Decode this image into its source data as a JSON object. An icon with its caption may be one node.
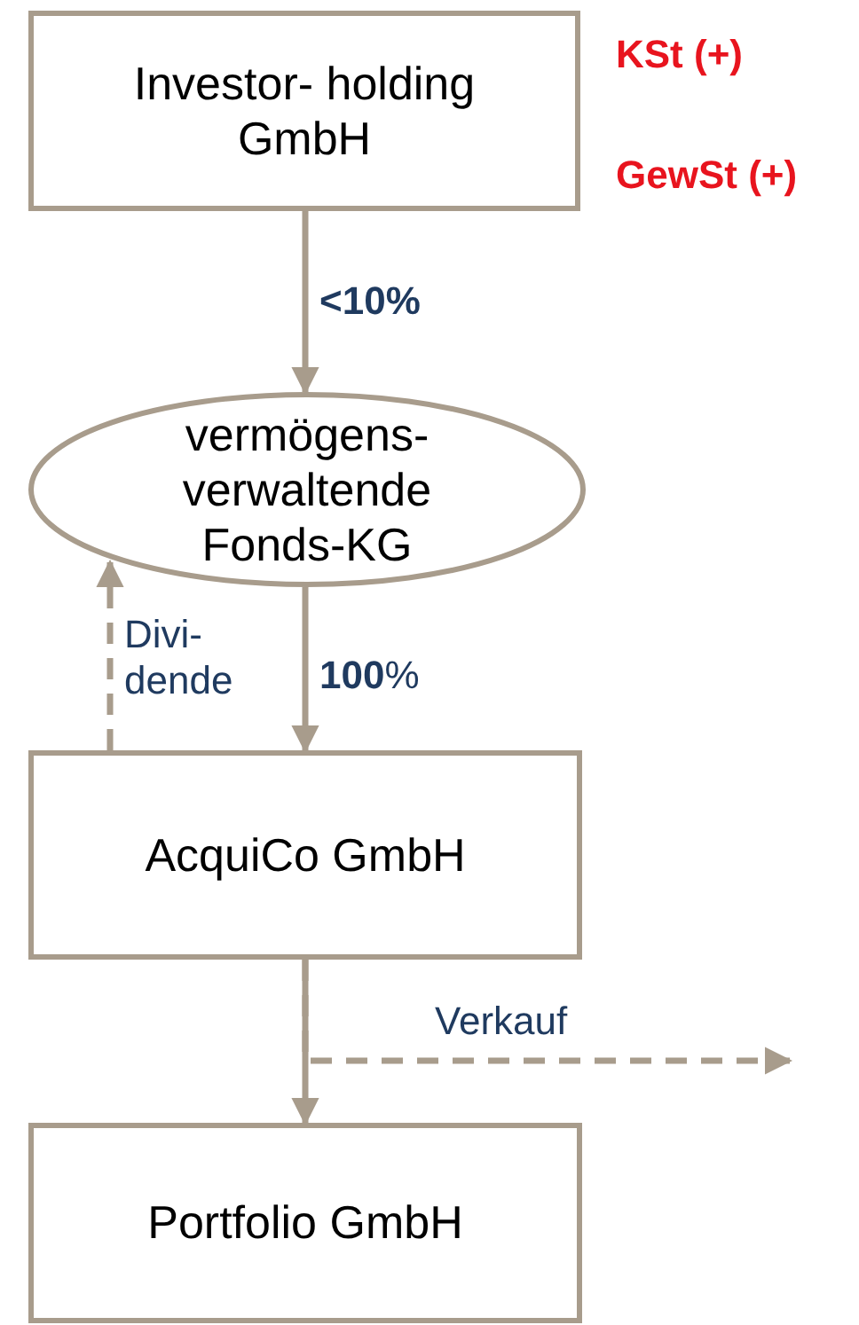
{
  "diagram": {
    "nodes": [
      {
        "text": [
          "Investor- holding GmbH"
        ],
        "beside": [
          "KSt (+)",
          "GewSt (+)"
        ]
      },
      {
        "text": [
          "vermögens- verwaltende Fonds-KG"
        ]
      },
      {
        "text": [
          "AcquiCo GmbH"
        ]
      },
      {
        "text": [
          "Portfolio GmbH"
        ]
      }
    ],
    "edges": [
      {
        "from": 0,
        "to": 1,
        "arrow": "to",
        "label": "**<10%**"
      },
      {
        "from": 1,
        "to": 2,
        "arrow": "to",
        "label": "**100**%"
      },
      {
        "from": 2,
        "to": 1,
        "arrow": "to",
        "label": "Divi- dende",
        "style": "dashed"
      },
      {
        "from": 2,
        "to": 3,
        "arrow": "to"
      },
      {
        "from": 2,
        "to": null,
        "arrow": "to",
        "label": "Verkauf",
        "style": "dashed"
      }
    ]
  }
}
